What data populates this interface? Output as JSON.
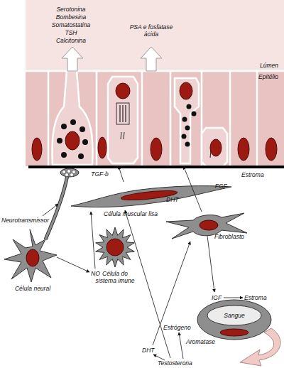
{
  "diagram": {
    "nodes": [
      {
        "text": [
          "Lúmen"
        ]
      },
      {
        "text": [
          "Epitélio"
        ]
      },
      {
        "text": [
          "DHT",
          "Célula muscular lisa"
        ]
      },
      {
        "text": [
          "Célula neural"
        ]
      },
      {
        "text": [
          "Célula do sistema imune"
        ]
      },
      {
        "text": [
          "Fibroblasto"
        ]
      },
      {
        "text": [
          "Sangue"
        ]
      }
    ],
    "edges": [
      {
        "from": 2,
        "to": 1,
        "label": "TGF-b",
        "arrow": "to"
      },
      {
        "from": 5,
        "to": 1,
        "label": "FGF",
        "arrow": "to"
      }
    ],
    "labels": [
      "Serotonina",
      "Bombesina",
      "Somatostatina",
      "TSH",
      "Calcitonina",
      "PSA e fosfatase ácida",
      "Estroma",
      "Neurotransmissor",
      "NO",
      "IGF",
      "Estroma",
      "Estrógeno",
      "Aromatase",
      "DHT",
      "Testosterona"
    ]
  }
}
